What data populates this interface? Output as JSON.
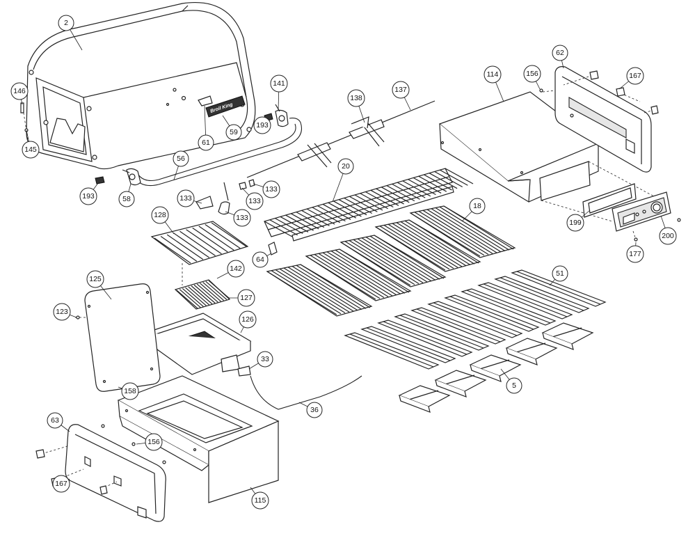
{
  "diagram": {
    "logo_text": "Broil King",
    "callouts": [
      {
        "id": "c-2",
        "label": "2"
      },
      {
        "id": "c-146",
        "label": "146"
      },
      {
        "id": "c-145",
        "label": "145"
      },
      {
        "id": "c-141",
        "label": "141"
      },
      {
        "id": "c-61",
        "label": "61"
      },
      {
        "id": "c-59",
        "label": "59"
      },
      {
        "id": "c-193a",
        "label": "193"
      },
      {
        "id": "c-56",
        "label": "56"
      },
      {
        "id": "c-193b",
        "label": "193"
      },
      {
        "id": "c-58",
        "label": "58"
      },
      {
        "id": "c-138",
        "label": "138"
      },
      {
        "id": "c-137",
        "label": "137"
      },
      {
        "id": "c-133a",
        "label": "133"
      },
      {
        "id": "c-133b",
        "label": "133"
      },
      {
        "id": "c-133c",
        "label": "133"
      },
      {
        "id": "c-133d",
        "label": "133"
      },
      {
        "id": "c-20",
        "label": "20"
      },
      {
        "id": "c-114",
        "label": "114"
      },
      {
        "id": "c-156a",
        "label": "156"
      },
      {
        "id": "c-62",
        "label": "62"
      },
      {
        "id": "c-167a",
        "label": "167"
      },
      {
        "id": "c-18",
        "label": "18"
      },
      {
        "id": "c-64",
        "label": "64"
      },
      {
        "id": "c-128",
        "label": "128"
      },
      {
        "id": "c-142",
        "label": "142"
      },
      {
        "id": "c-127",
        "label": "127"
      },
      {
        "id": "c-125",
        "label": "125"
      },
      {
        "id": "c-123",
        "label": "123"
      },
      {
        "id": "c-126",
        "label": "126"
      },
      {
        "id": "c-199",
        "label": "199"
      },
      {
        "id": "c-200",
        "label": "200"
      },
      {
        "id": "c-177",
        "label": "177"
      },
      {
        "id": "c-51",
        "label": "51"
      },
      {
        "id": "c-33",
        "label": "33"
      },
      {
        "id": "c-158",
        "label": "158"
      },
      {
        "id": "c-5",
        "label": "5"
      },
      {
        "id": "c-36",
        "label": "36"
      },
      {
        "id": "c-63",
        "label": "63"
      },
      {
        "id": "c-156b",
        "label": "156"
      },
      {
        "id": "c-167b",
        "label": "167"
      },
      {
        "id": "c-115",
        "label": "115"
      }
    ]
  }
}
